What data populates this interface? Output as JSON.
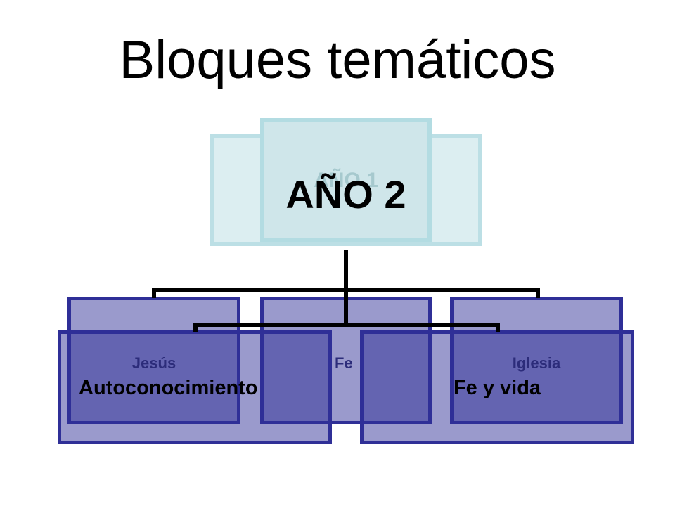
{
  "title": "Bloques temáticos",
  "header": {
    "year_back_label": "AÑO 1",
    "year_front_label": "AÑO 2"
  },
  "layer1_blocks": [
    "Jesús",
    "Fe",
    "Iglesia"
  ],
  "layer2_blocks": [
    "Autoconocimiento",
    "Fe y vida"
  ],
  "colors": {
    "year_fill": "#dceef1",
    "year_border": "#bcdfe5",
    "block_fill": "#9a9acc",
    "block_overlap_fill": "#6464b1",
    "block_border": "#2f2f97",
    "connector": "#000000"
  }
}
